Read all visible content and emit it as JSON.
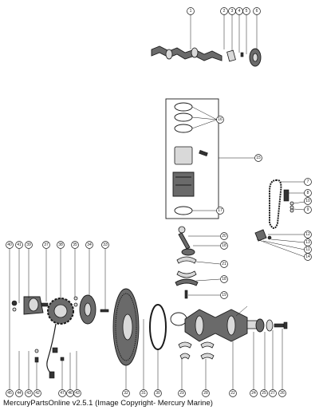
{
  "diagram": {
    "callouts": {
      "top": [
        "1",
        "2",
        "3",
        "4",
        "5",
        "6"
      ],
      "piston_group": [
        "16",
        "15",
        "17"
      ],
      "chain_group": [
        "7",
        "8",
        "10",
        "9",
        "12",
        "13",
        "11",
        "14"
      ],
      "rod_group": [
        "20",
        "18",
        "21",
        "18",
        "19"
      ],
      "left_column": [
        "40",
        "41",
        "39",
        "37",
        "38",
        "35",
        "34",
        "33"
      ],
      "bottom_row": [
        "45",
        "44",
        "43",
        "42",
        "47",
        "46",
        "43",
        "32",
        "31",
        "30",
        "29",
        "28",
        "22",
        "24",
        "25",
        "27",
        "26"
      ]
    }
  },
  "caption": "MercuryPartsOnline v2.5.1 (Image Copyright- Mercury Marine)"
}
